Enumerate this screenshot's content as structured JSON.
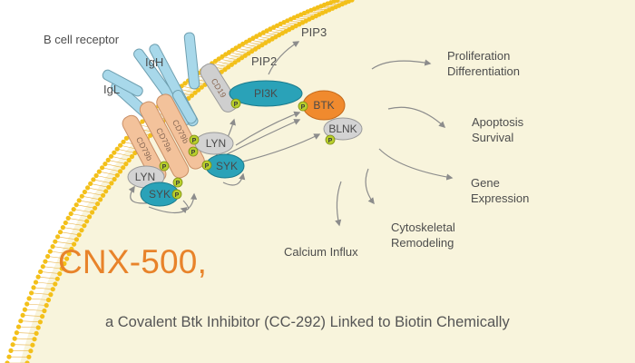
{
  "receptor": {
    "name": "B cell receptor",
    "heavy_chain": "IgH",
    "light_chain": "IgL",
    "coreceptor_a": "CD79a",
    "coreceptor_b": "CD79b",
    "coreceptor_c": "CD19"
  },
  "lipids": {
    "pip2": "PIP2",
    "pip3": "PIP3"
  },
  "molecules": {
    "pi3k": "PI3K",
    "btk": "BTK",
    "blnk": "BLNK",
    "lyn_upper": "LYN",
    "syk_upper": "SYK",
    "lyn_lower": "LYN",
    "syk_lower": "SYK",
    "phospho": "P"
  },
  "outcomes": {
    "proliferation": [
      "Proliferation",
      "Differentiation"
    ],
    "apoptosis": [
      "Apoptosis",
      "Survival"
    ],
    "gene": [
      "Gene",
      "Expression"
    ],
    "cytoskeletal": [
      "Cytoskeletal",
      "Remodeling"
    ],
    "calcium": "Calcium Influx"
  },
  "title": "CNX-500,",
  "subtitle": "a Covalent Btk Inhibitor (CC-292) Linked to Biotin Chemically",
  "colors": {
    "cell_interior": "#f8f4dc",
    "membrane_beads": "#f3c01a",
    "membrane_tails": "#e9b44a",
    "antibody": "#a8d8ea",
    "coreceptor": "#f3c29b",
    "cd19": "#cfcfcf",
    "teal_node": "#2aa2b8",
    "btk_node": "#f08a2e",
    "gray_node": "#d3d3d3",
    "phospho": "#b9cf2c",
    "title": "#e8832a",
    "arrows": "#8c8c8c"
  }
}
